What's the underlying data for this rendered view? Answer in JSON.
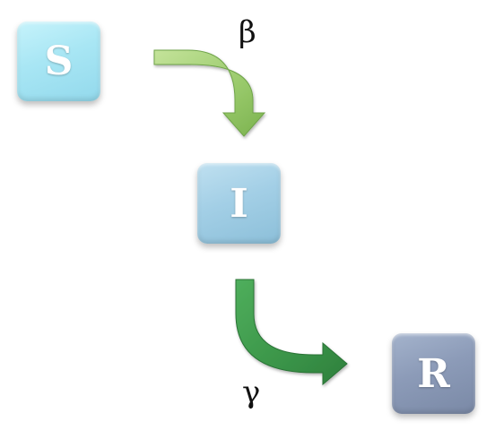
{
  "diagram": {
    "nodes": [
      {
        "id": "S",
        "label": "S",
        "color": "#a8e6f4"
      },
      {
        "id": "I",
        "label": "I",
        "color": "#a3cfe6"
      },
      {
        "id": "R",
        "label": "R",
        "color": "#8c9bb8"
      }
    ],
    "edges": [
      {
        "from": "S",
        "to": "I",
        "label": "β",
        "color": "#8fc064"
      },
      {
        "from": "I",
        "to": "R",
        "label": "γ",
        "color": "#3e9a4e"
      }
    ]
  }
}
